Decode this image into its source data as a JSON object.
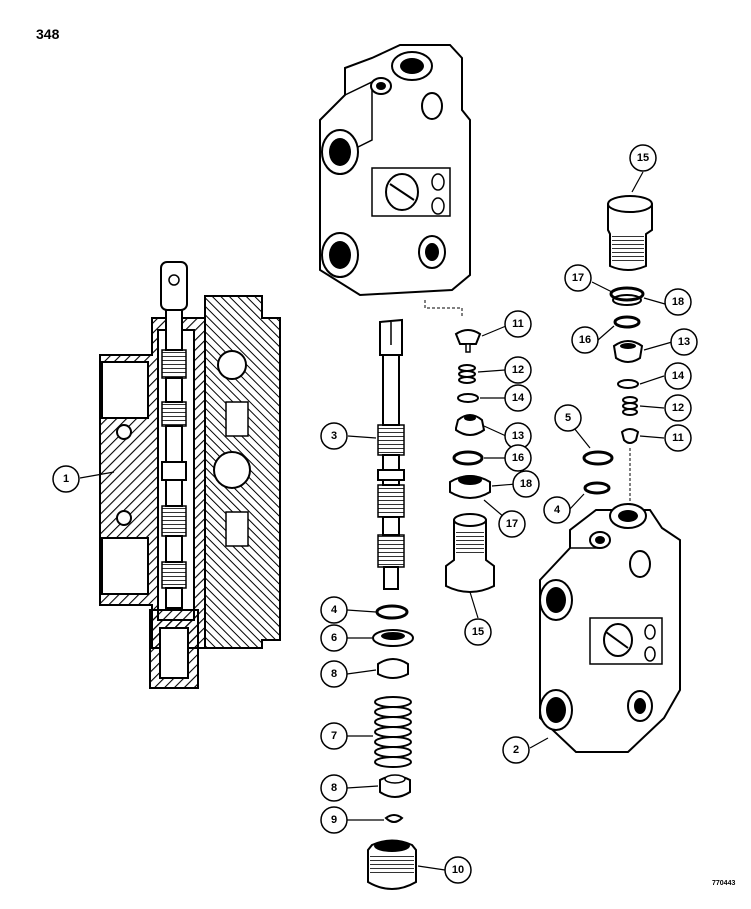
{
  "page_number": "348",
  "figure_code": "770443",
  "callouts": {
    "c1": "1",
    "c2": "2",
    "c3": "3",
    "c4a": "4",
    "c4b": "4",
    "c5": "5",
    "c6": "6",
    "c7": "7",
    "c8a": "8",
    "c8b": "8",
    "c9": "9",
    "c10": "10",
    "c11a": "11",
    "c11b": "11",
    "c12a": "12",
    "c12b": "12",
    "c13a": "13",
    "c13b": "13",
    "c14a": "14",
    "c14b": "14",
    "c15a": "15",
    "c15b": "15",
    "c16a": "16",
    "c16b": "16",
    "c17a": "17",
    "c17b": "17",
    "c18a": "18",
    "c18b": "18"
  }
}
